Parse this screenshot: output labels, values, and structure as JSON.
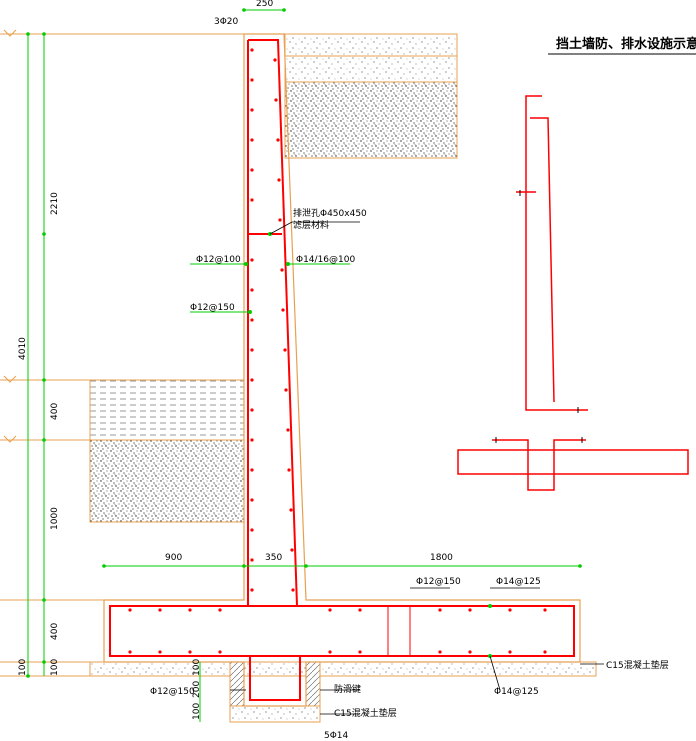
{
  "title": "挡土墙防、排水设施示意图",
  "dimensions": {
    "top_width": "250",
    "wall_h1": "2210",
    "wall_total": "4010",
    "water_400": "400",
    "soil_1000": "1000",
    "base_400": "400",
    "pad_100_left": "100",
    "pad_100_b": "100",
    "toe": "900",
    "stem_base": "350",
    "heel": "1800",
    "key_100": "100",
    "key_200": "200",
    "key_100b": "100"
  },
  "labels": {
    "top_rebar": "3Φ20",
    "drain_pipe": "排泄孔Φ450x450",
    "filter": "滤层材料",
    "rebar_left": "Φ12@100",
    "rebar_right": "Φ14/16@100",
    "rebar_dist": "Φ12@150",
    "base_top": "Φ12@150",
    "base_top_right": "Φ14@125",
    "pad_concrete": "C15混凝土垫层",
    "base_bottom": "Φ14@125",
    "key_rebar": "Φ12@150",
    "key_name": "防滑键",
    "key_pad": "C15混凝土垫层",
    "key_bottom": "5Φ14"
  },
  "colors": {
    "concrete": "#e8a050",
    "rebar": "#ff0000",
    "dimension": "#00cc00",
    "line": "#000000"
  }
}
